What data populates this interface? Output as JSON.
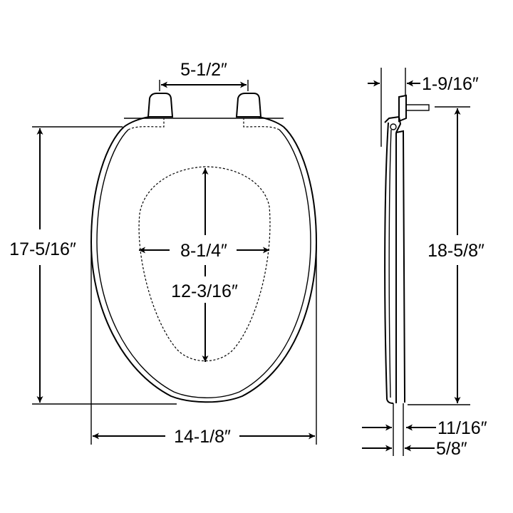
{
  "diagram": {
    "subject": "Elongated toilet seat dimensions",
    "views": {
      "top_view": {
        "hinge_spacing": "5-1/2″",
        "outer_length": "17-5/16″",
        "outer_width": "14-1/8″",
        "opening_width": "8-1/4″",
        "opening_length": "12-3/16″"
      },
      "side_view": {
        "hinge_offset": "1-9/16″",
        "overall_length": "18-5/8″",
        "seat_thickness": "11/16″",
        "lid_thickness": "5/8″"
      }
    }
  }
}
